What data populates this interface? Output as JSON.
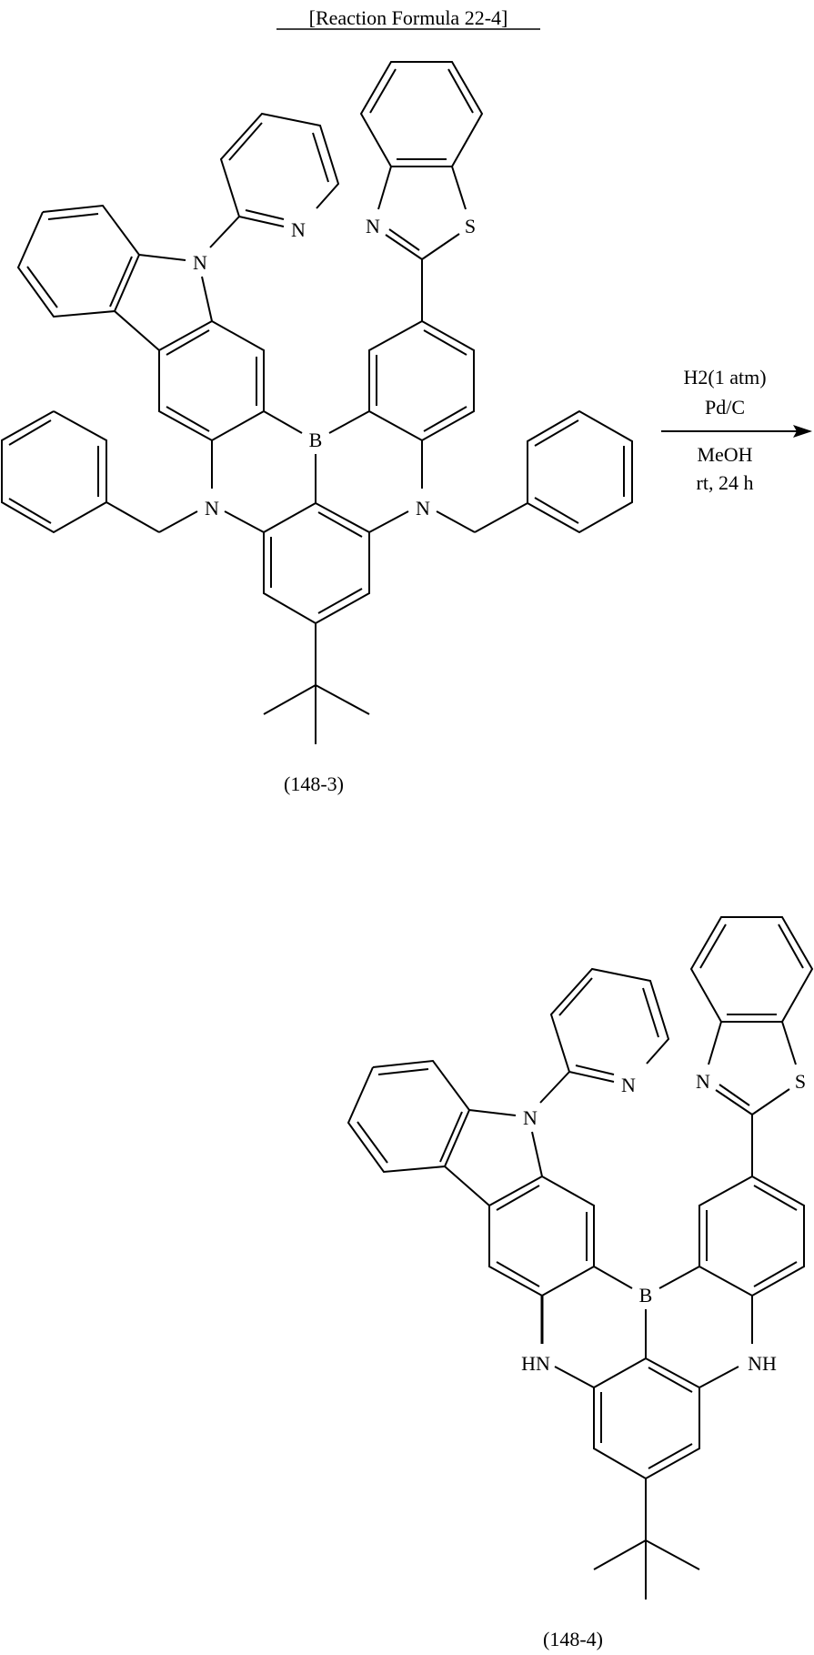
{
  "title": "[Reaction Formula 22-4]",
  "reactant": {
    "label": "(148-3)",
    "atoms": {
      "carbazole_N": "N",
      "pyridine_N": "N",
      "benzothiazole_N": "N",
      "benzothiazole_S": "S",
      "boron": "B",
      "amine_N_left": "N",
      "amine_N_right": "N"
    }
  },
  "conditions": {
    "above": [
      "H2(1 atm)",
      "Pd/C"
    ],
    "below": [
      "MeOH",
      "rt, 24 h"
    ]
  },
  "product": {
    "label": "(148-4)",
    "atoms": {
      "carbazole_N": "N",
      "pyridine_N": "N",
      "benzothiazole_N": "N",
      "benzothiazole_S": "S",
      "boron": "B",
      "amine_N_left": "HN",
      "amine_N_right": "NH"
    }
  },
  "colors": {
    "ink": "#000000",
    "background": "#ffffff"
  }
}
